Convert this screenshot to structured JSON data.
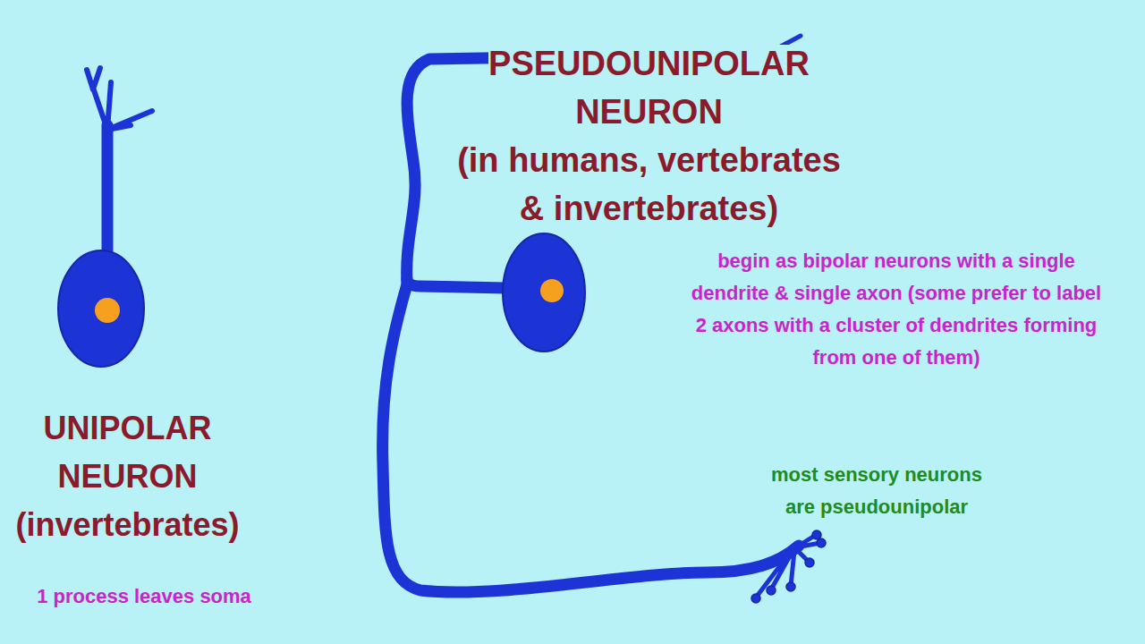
{
  "diagram": {
    "labels": [
      "UNIPOLAR NEURON (invertebrates)",
      "1 process leaves soma",
      "PSEUDOUNIPOLAR NEURON",
      "(in humans, vertebrates & invertebrates)",
      "begin as bipolar neurons with a single dendrite & single axon (some prefer to label 2 axons with a cluster of dendrites forming from one of them)",
      "most sensory neurons are pseudounipolar"
    ]
  }
}
